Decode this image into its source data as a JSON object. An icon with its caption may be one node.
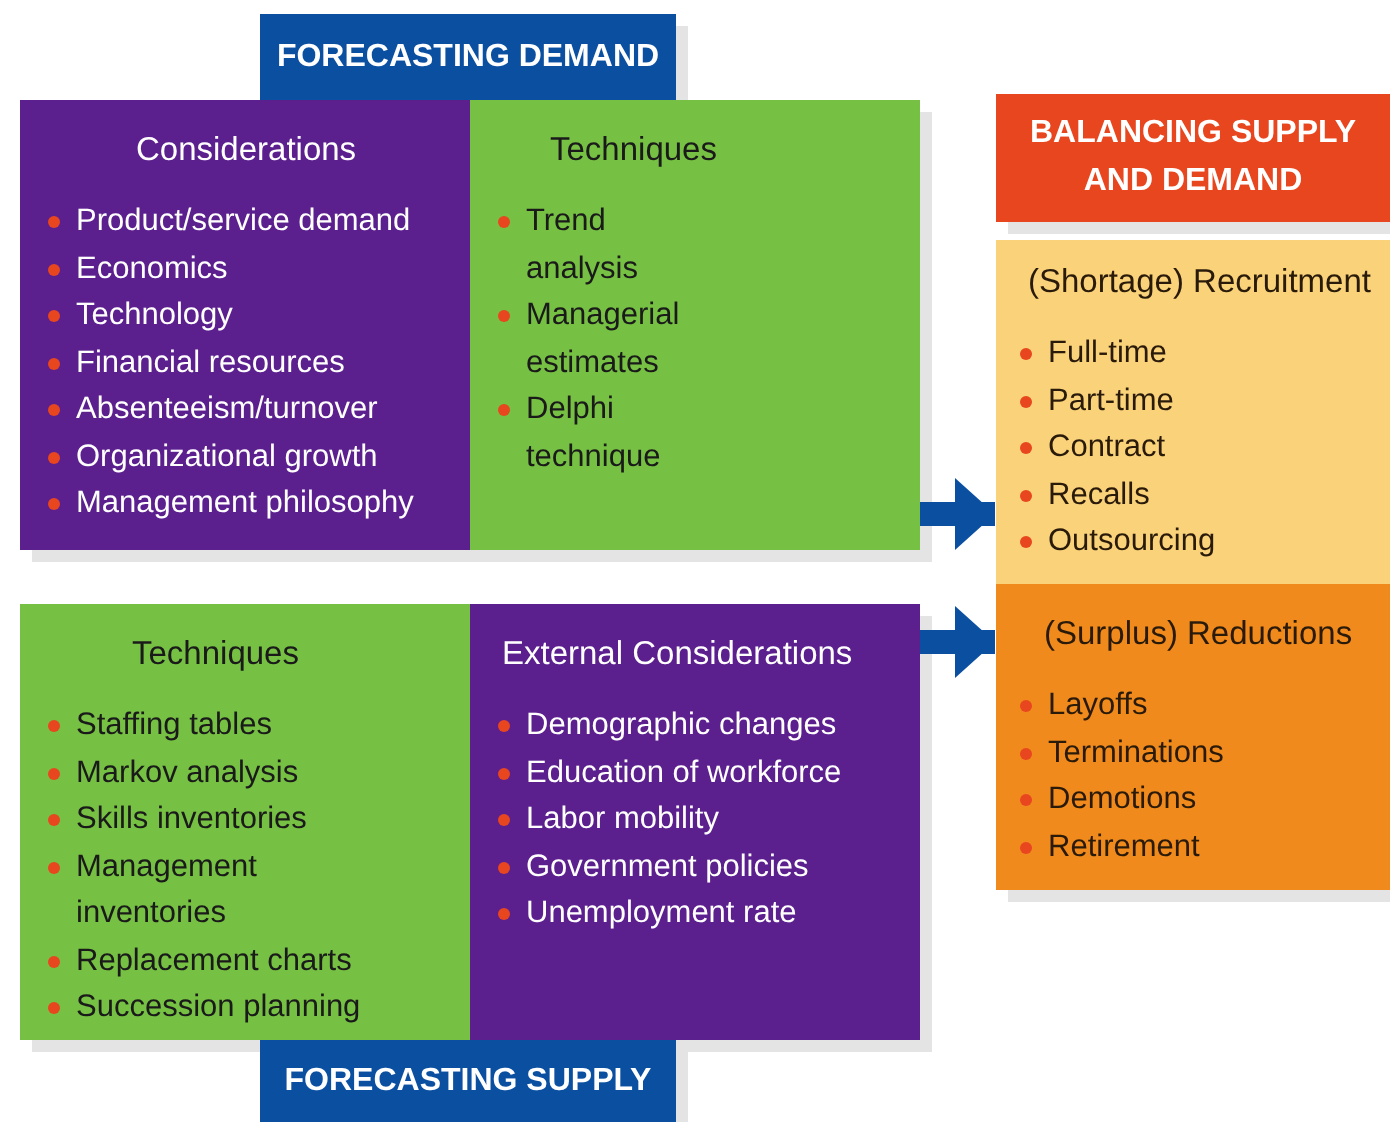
{
  "diagram": {
    "nodes": [
      {
        "text": [
          "FORECASTING DEMAND"
        ]
      },
      {
        "text": [
          "Considerations",
          "Product/service demand",
          "Economics",
          "Technology",
          "Financial resources",
          "Absenteeism/turnover",
          "Organizational growth",
          "Management philosophy"
        ]
      },
      {
        "text": [
          "Techniques",
          "Trend analysis",
          "Managerial estimates",
          "Delphi technique"
        ]
      },
      {
        "text": [
          "Techniques",
          "Staffing tables",
          "Markov analysis",
          "Skills inventories",
          "Management inventories",
          "Replacement charts",
          "Succession planning"
        ]
      },
      {
        "text": [
          "External Considerations",
          "Demographic changes",
          "Education of workforce",
          "Labor mobility",
          "Government policies",
          "Unemployment rate"
        ]
      },
      {
        "text": [
          "FORECASTING SUPPLY"
        ]
      },
      {
        "text": [
          "BALANCING SUPPLY AND DEMAND"
        ]
      },
      {
        "text": [
          "(Shortage) Recruitment",
          "Full-time",
          "Part-time",
          "Contract",
          "Recalls",
          "Outsourcing"
        ]
      },
      {
        "text": [
          "(Surplus) Reductions",
          "Layoffs",
          "Terminations",
          "Demotions",
          "Retirement"
        ]
      }
    ],
    "edges": [
      {
        "from": 2,
        "to": 7,
        "arrow": "to"
      },
      {
        "from": 4,
        "to": 8,
        "arrow": "to"
      }
    ]
  }
}
